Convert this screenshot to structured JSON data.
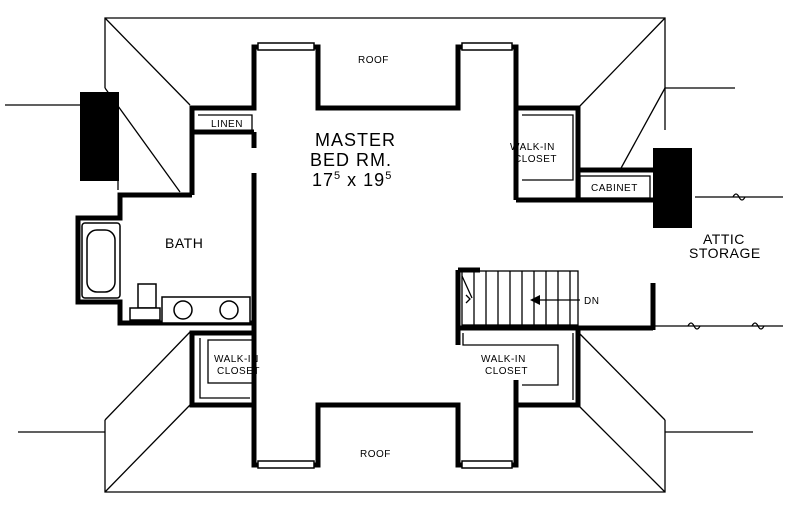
{
  "rooms": {
    "master": {
      "line1": "MASTER",
      "line2": "BED RM.",
      "dim_w": "17",
      "dim_w_sup": "5",
      "dim_sep": " x ",
      "dim_h": "19",
      "dim_h_sup": "5"
    },
    "bath": "BATH",
    "linen": "LINEN",
    "walkin_top_right": {
      "line1": "WALK-IN",
      "line2": "CLOSET"
    },
    "walkin_bottom_left": {
      "line1": "WALK-IN",
      "line2": "CLOSET"
    },
    "walkin_bottom_right": {
      "line1": "WALK-IN",
      "line2": "CLOSET"
    },
    "cabinet": "CABINET",
    "attic": {
      "line1": "ATTIC",
      "line2": "STORAGE"
    },
    "roof_top": "ROOF",
    "roof_bottom": "ROOF",
    "stair_dn": "DN"
  },
  "colors": {
    "ink": "#000000",
    "paper": "#ffffff"
  }
}
